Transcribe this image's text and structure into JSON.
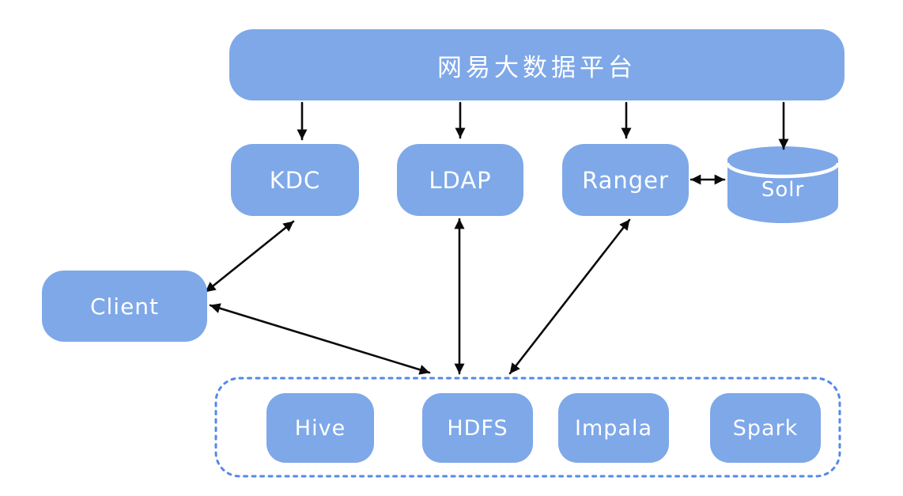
{
  "nodes": {
    "platform": {
      "label": "网易大数据平台"
    },
    "kdc": {
      "label": "KDC"
    },
    "ldap": {
      "label": "LDAP"
    },
    "ranger": {
      "label": "Ranger"
    },
    "solr": {
      "label": "Solr"
    },
    "client": {
      "label": "Client"
    },
    "hive": {
      "label": "Hive"
    },
    "hdfs": {
      "label": "HDFS"
    },
    "impala": {
      "label": "Impala"
    },
    "spark": {
      "label": "Spark"
    }
  },
  "cluster": {
    "members": [
      "Hive",
      "HDFS",
      "Impala",
      "Spark"
    ]
  },
  "edges": [
    {
      "from": "platform",
      "to": "kdc",
      "direction": "one-way"
    },
    {
      "from": "platform",
      "to": "ldap",
      "direction": "one-way"
    },
    {
      "from": "platform",
      "to": "ranger",
      "direction": "one-way"
    },
    {
      "from": "platform",
      "to": "solr",
      "direction": "one-way"
    },
    {
      "from": "ranger",
      "to": "solr",
      "direction": "two-way"
    },
    {
      "from": "client",
      "to": "kdc",
      "direction": "two-way"
    },
    {
      "from": "client",
      "to": "services-cluster",
      "direction": "two-way"
    },
    {
      "from": "ldap",
      "to": "services-cluster",
      "direction": "two-way"
    },
    {
      "from": "ranger",
      "to": "services-cluster",
      "direction": "two-way"
    }
  ],
  "colors": {
    "node_fill": "#7EA8E8",
    "cluster_border": "#5589E6",
    "arrow": "#0a0a0a",
    "text": "#FFFFFF",
    "background": "#FFFFFF"
  }
}
